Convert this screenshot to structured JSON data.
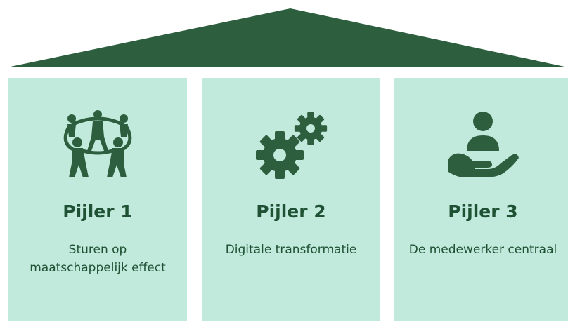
{
  "colors": {
    "roof": "#2d5e3d",
    "pillar_bg": "#c1e9dc",
    "icon": "#2d5e3d",
    "text": "#1f5235"
  },
  "pillars": [
    {
      "title": "Pijler 1",
      "description": "Sturen op maatschappelijk effect",
      "icon": "people-circle-icon"
    },
    {
      "title": "Pijler 2",
      "description": "Digitale transformatie",
      "icon": "gears-icon"
    },
    {
      "title": "Pijler 3",
      "description": "De medewerker centraal",
      "icon": "person-on-hand-icon"
    }
  ]
}
